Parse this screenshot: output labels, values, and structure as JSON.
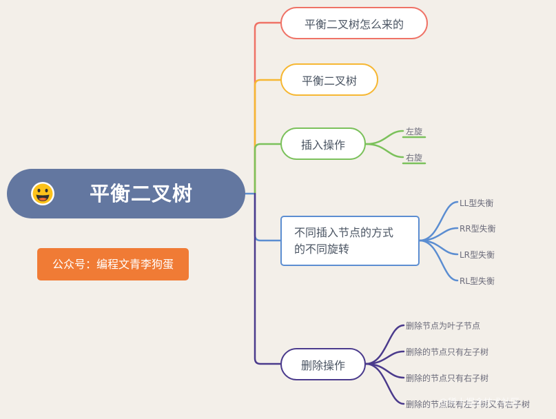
{
  "root": {
    "title": "平衡二叉树",
    "emoji_icon": "grinning-face-icon"
  },
  "badge": {
    "text": "公众号：编程文青李狗蛋"
  },
  "branches": [
    {
      "label": "平衡二叉树怎么来的",
      "color": "#ef7266",
      "children": []
    },
    {
      "label": "平衡二叉树",
      "color": "#f6b732",
      "children": []
    },
    {
      "label": "插入操作",
      "color": "#7bc15b",
      "children": [
        "左旋",
        "右旋"
      ]
    },
    {
      "label": "不同插入节点的方式\n的不同旋转",
      "color": "#5b8dd1",
      "children": [
        "LL型失衡",
        "RR型失衡",
        "LR型失衡",
        "RL型失衡"
      ]
    },
    {
      "label": "删除操作",
      "color": "#4a3a8c",
      "children": [
        "删除节点为叶子节点",
        "删除的节点只有左子树",
        "删除的节点只有右子树",
        "删除的节点既有左子树又有右子树"
      ]
    }
  ],
  "watermark": "@稀土掘金技术社区"
}
